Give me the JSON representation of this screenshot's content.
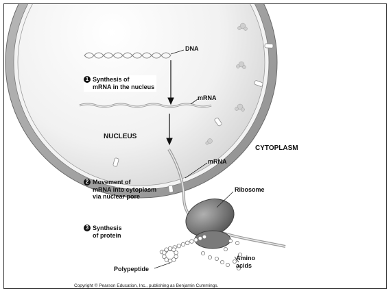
{
  "labels": {
    "dna": "DNA",
    "mrna_nucleus": "mRNA",
    "nucleus": "NUCLEUS",
    "cytoplasm": "CYTOPLASM",
    "mrna_cytoplasm": "mRNA",
    "ribosome": "Ribosome",
    "polypeptide": "Polypeptide",
    "amino_acids": "Amino\nacids"
  },
  "steps": [
    {
      "number": "1",
      "text": "Synthesis of\nmRNA in the nucleus"
    },
    {
      "number": "2",
      "text": "Movement of\nmRNA into cytoplasm\nvia nuclear pore"
    },
    {
      "number": "3",
      "text": "Synthesis\nof protein"
    }
  ],
  "copyright": "Copyright © Pearson Education, Inc., publishing as Benjamin Cummings."
}
